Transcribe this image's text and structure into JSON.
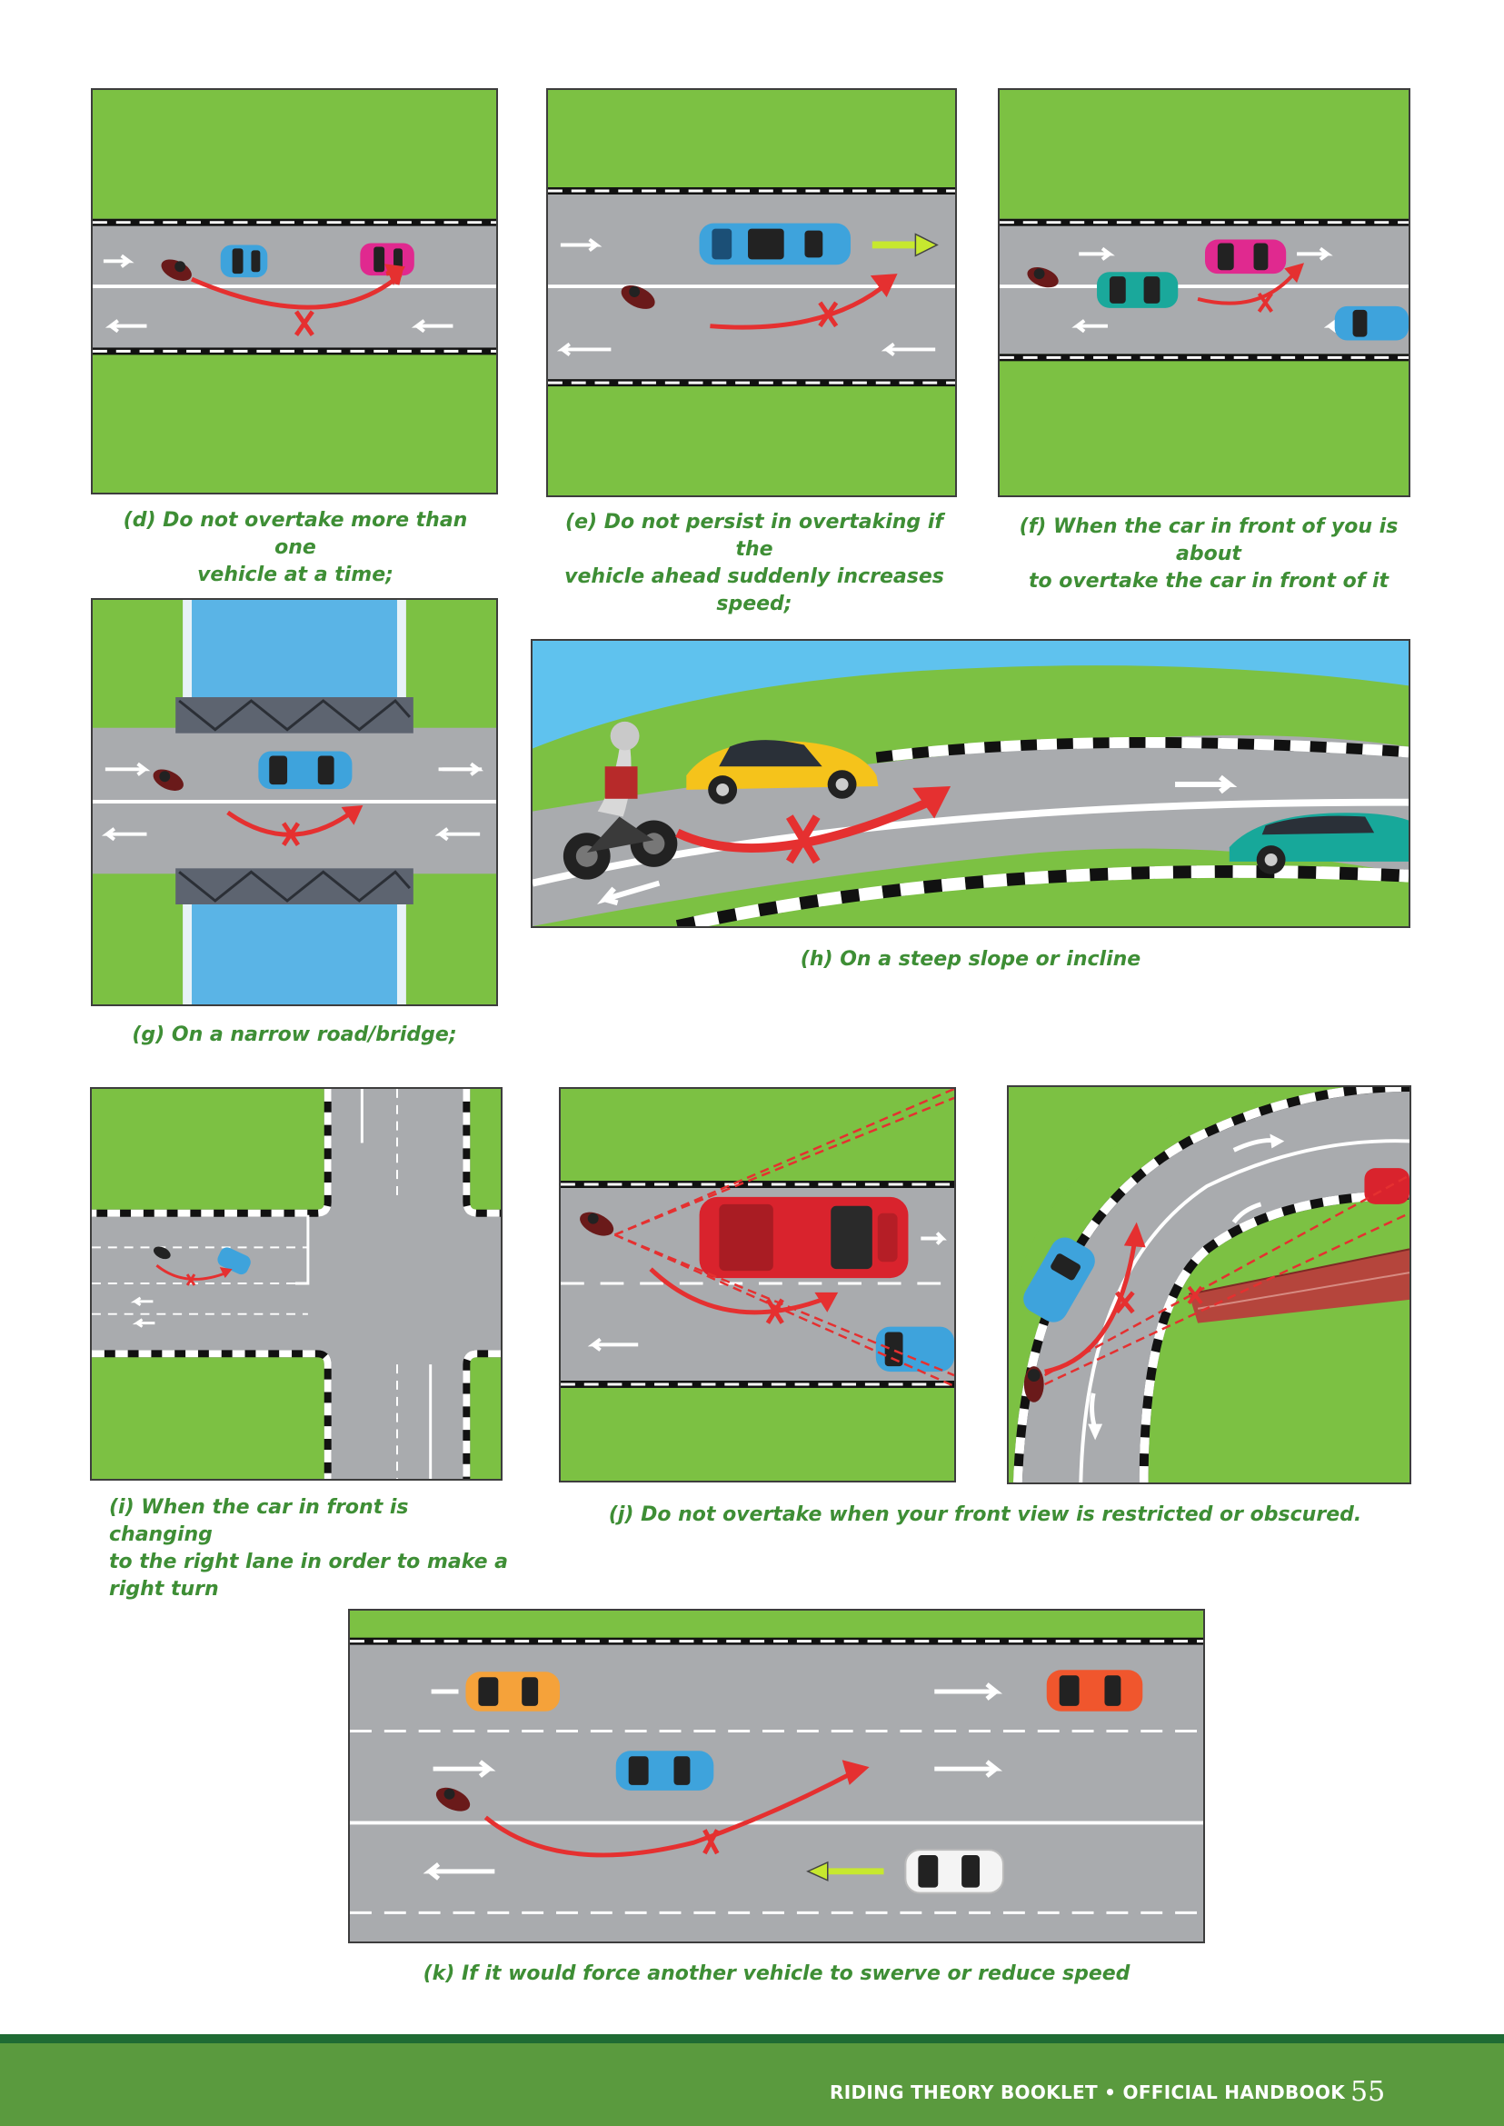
{
  "captions": {
    "d": "(d) Do not overtake more than one\nvehicle at a time;",
    "e": "(e) Do not persist in overtaking if the\nvehicle ahead suddenly increases\nspeed;",
    "f": "(f) When the car in front of you is about\nto overtake the car in front of it",
    "g": "(g) On a narrow road/bridge;",
    "h": "(h) On a steep slope or incline",
    "i": "(i) When the car in front is changing\n to the right lane in order to make a\n right turn",
    "j": "(j) Do not overtake when your front view is restricted or obscured.",
    "k": "(k) If it would force another vehicle to swerve or reduce speed"
  },
  "footer": {
    "text": "RIDING THEORY BOOKLET • OFFICIAL HANDBOOK",
    "page_number": "55"
  },
  "colors": {
    "caption": "#3e8e35",
    "grass": "#7cc143",
    "road": "#a9abae",
    "arrow": "#e53030",
    "footer": "#5a9a3e",
    "footer_stripe": "#1f6b34"
  }
}
